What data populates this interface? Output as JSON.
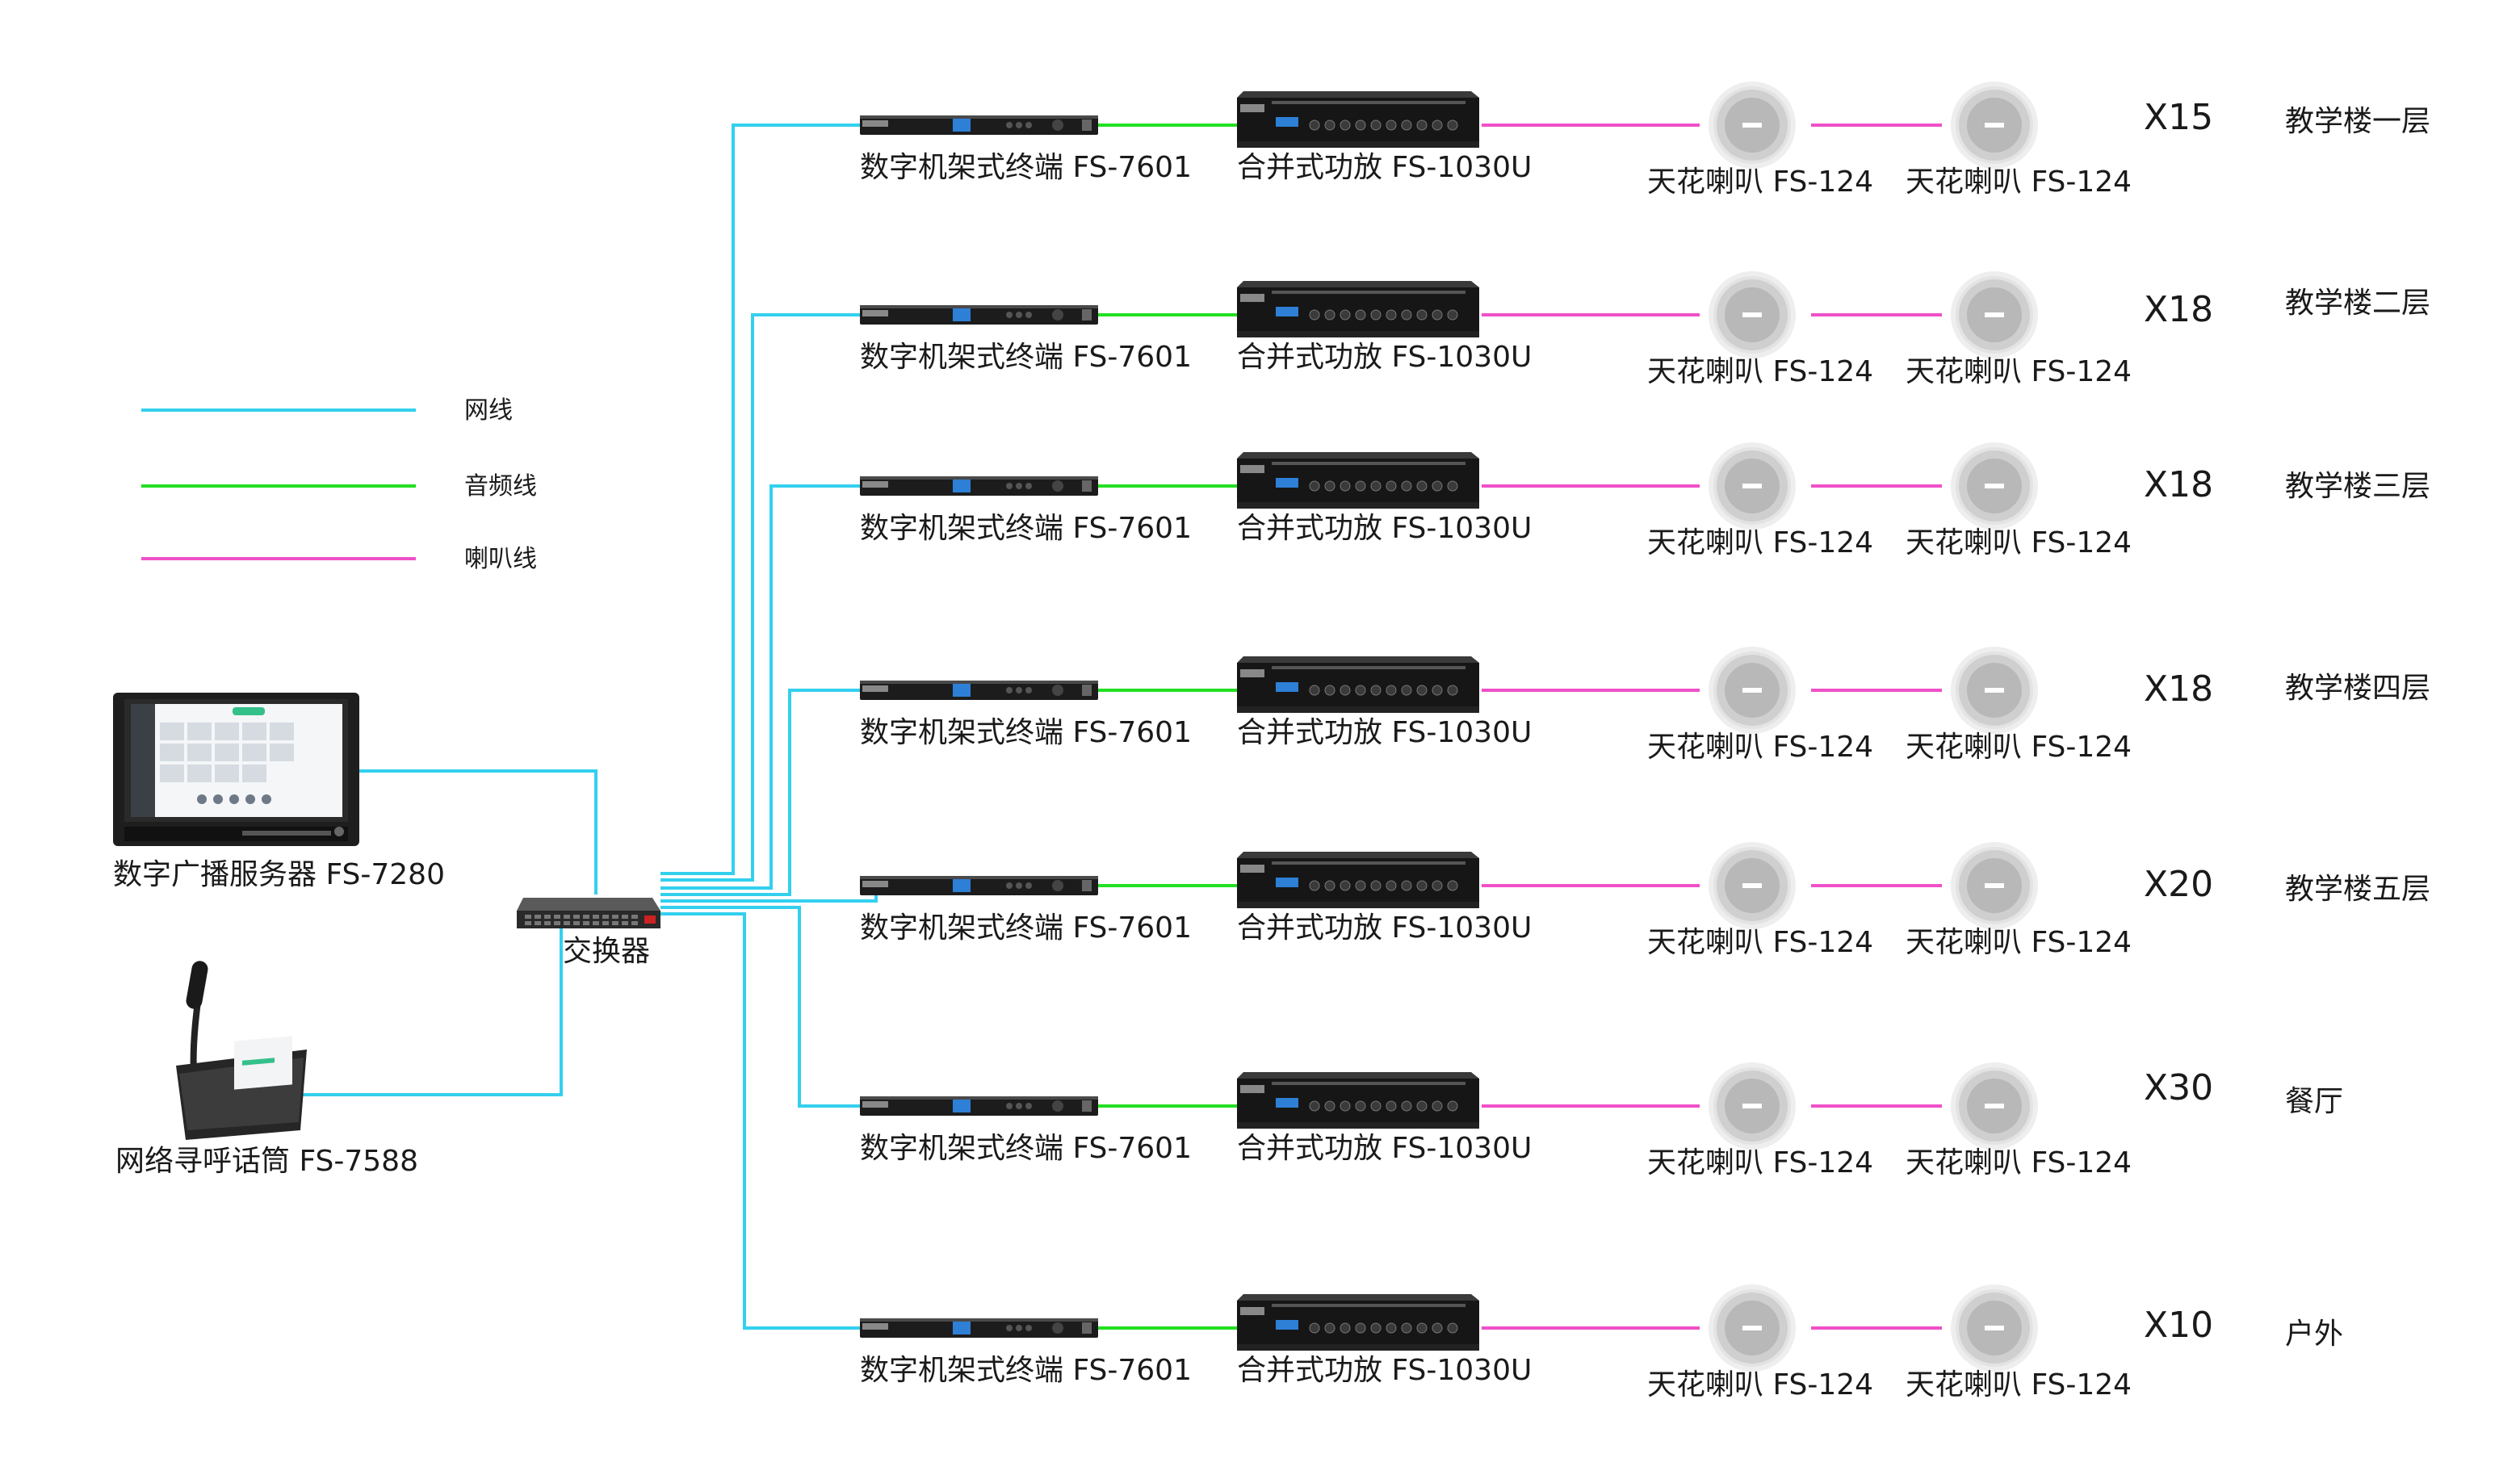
{
  "legend": [
    {
      "label": "网线",
      "color": "#33d0ee"
    },
    {
      "label": "音频线",
      "color": "#22e022"
    },
    {
      "label": "喇叭线",
      "color": "#f050c8"
    }
  ],
  "server": {
    "label": "数字广播服务器  FS-7280"
  },
  "mic": {
    "label": "网络寻呼话筒  FS-7588"
  },
  "switch": {
    "label": "交换器"
  },
  "rows": [
    {
      "terminal": "数字机架式终端 FS-7601",
      "amp": "合并式功放 FS-1030U",
      "speaker1": "天花喇叭 FS-124",
      "speaker2": "天花喇叭 FS-124",
      "count": "X15",
      "location": "教学楼一层"
    },
    {
      "terminal": "数字机架式终端 FS-7601",
      "amp": "合并式功放 FS-1030U",
      "speaker1": "天花喇叭 FS-124",
      "speaker2": "天花喇叭 FS-124",
      "count": "X18",
      "location": "教学楼二层"
    },
    {
      "terminal": "数字机架式终端 FS-7601",
      "amp": "合并式功放 FS-1030U",
      "speaker1": "天花喇叭 FS-124",
      "speaker2": "天花喇叭 FS-124",
      "count": "X18",
      "location": "教学楼三层"
    },
    {
      "terminal": "数字机架式终端 FS-7601",
      "amp": "合并式功放 FS-1030U",
      "speaker1": "天花喇叭 FS-124",
      "speaker2": "天花喇叭 FS-124",
      "count": "X18",
      "location": "教学楼四层"
    },
    {
      "terminal": "数字机架式终端 FS-7601",
      "amp": "合并式功放 FS-1030U",
      "speaker1": "天花喇叭 FS-124",
      "speaker2": "天花喇叭 FS-124",
      "count": "X20",
      "location": "教学楼五层"
    },
    {
      "terminal": "数字机架式终端 FS-7601",
      "amp": "合并式功放 FS-1030U",
      "speaker1": "天花喇叭 FS-124",
      "speaker2": "天花喇叭 FS-124",
      "count": "X30",
      "location": "餐厅"
    },
    {
      "terminal": "数字机架式终端 FS-7601",
      "amp": "合并式功放 FS-1030U",
      "speaker1": "天花喇叭 FS-124",
      "speaker2": "天花喇叭 FS-124",
      "count": "X10",
      "location": "户外"
    }
  ],
  "colors": {
    "network": "#33d0ee",
    "audio": "#22e022",
    "speaker": "#f050c8"
  }
}
